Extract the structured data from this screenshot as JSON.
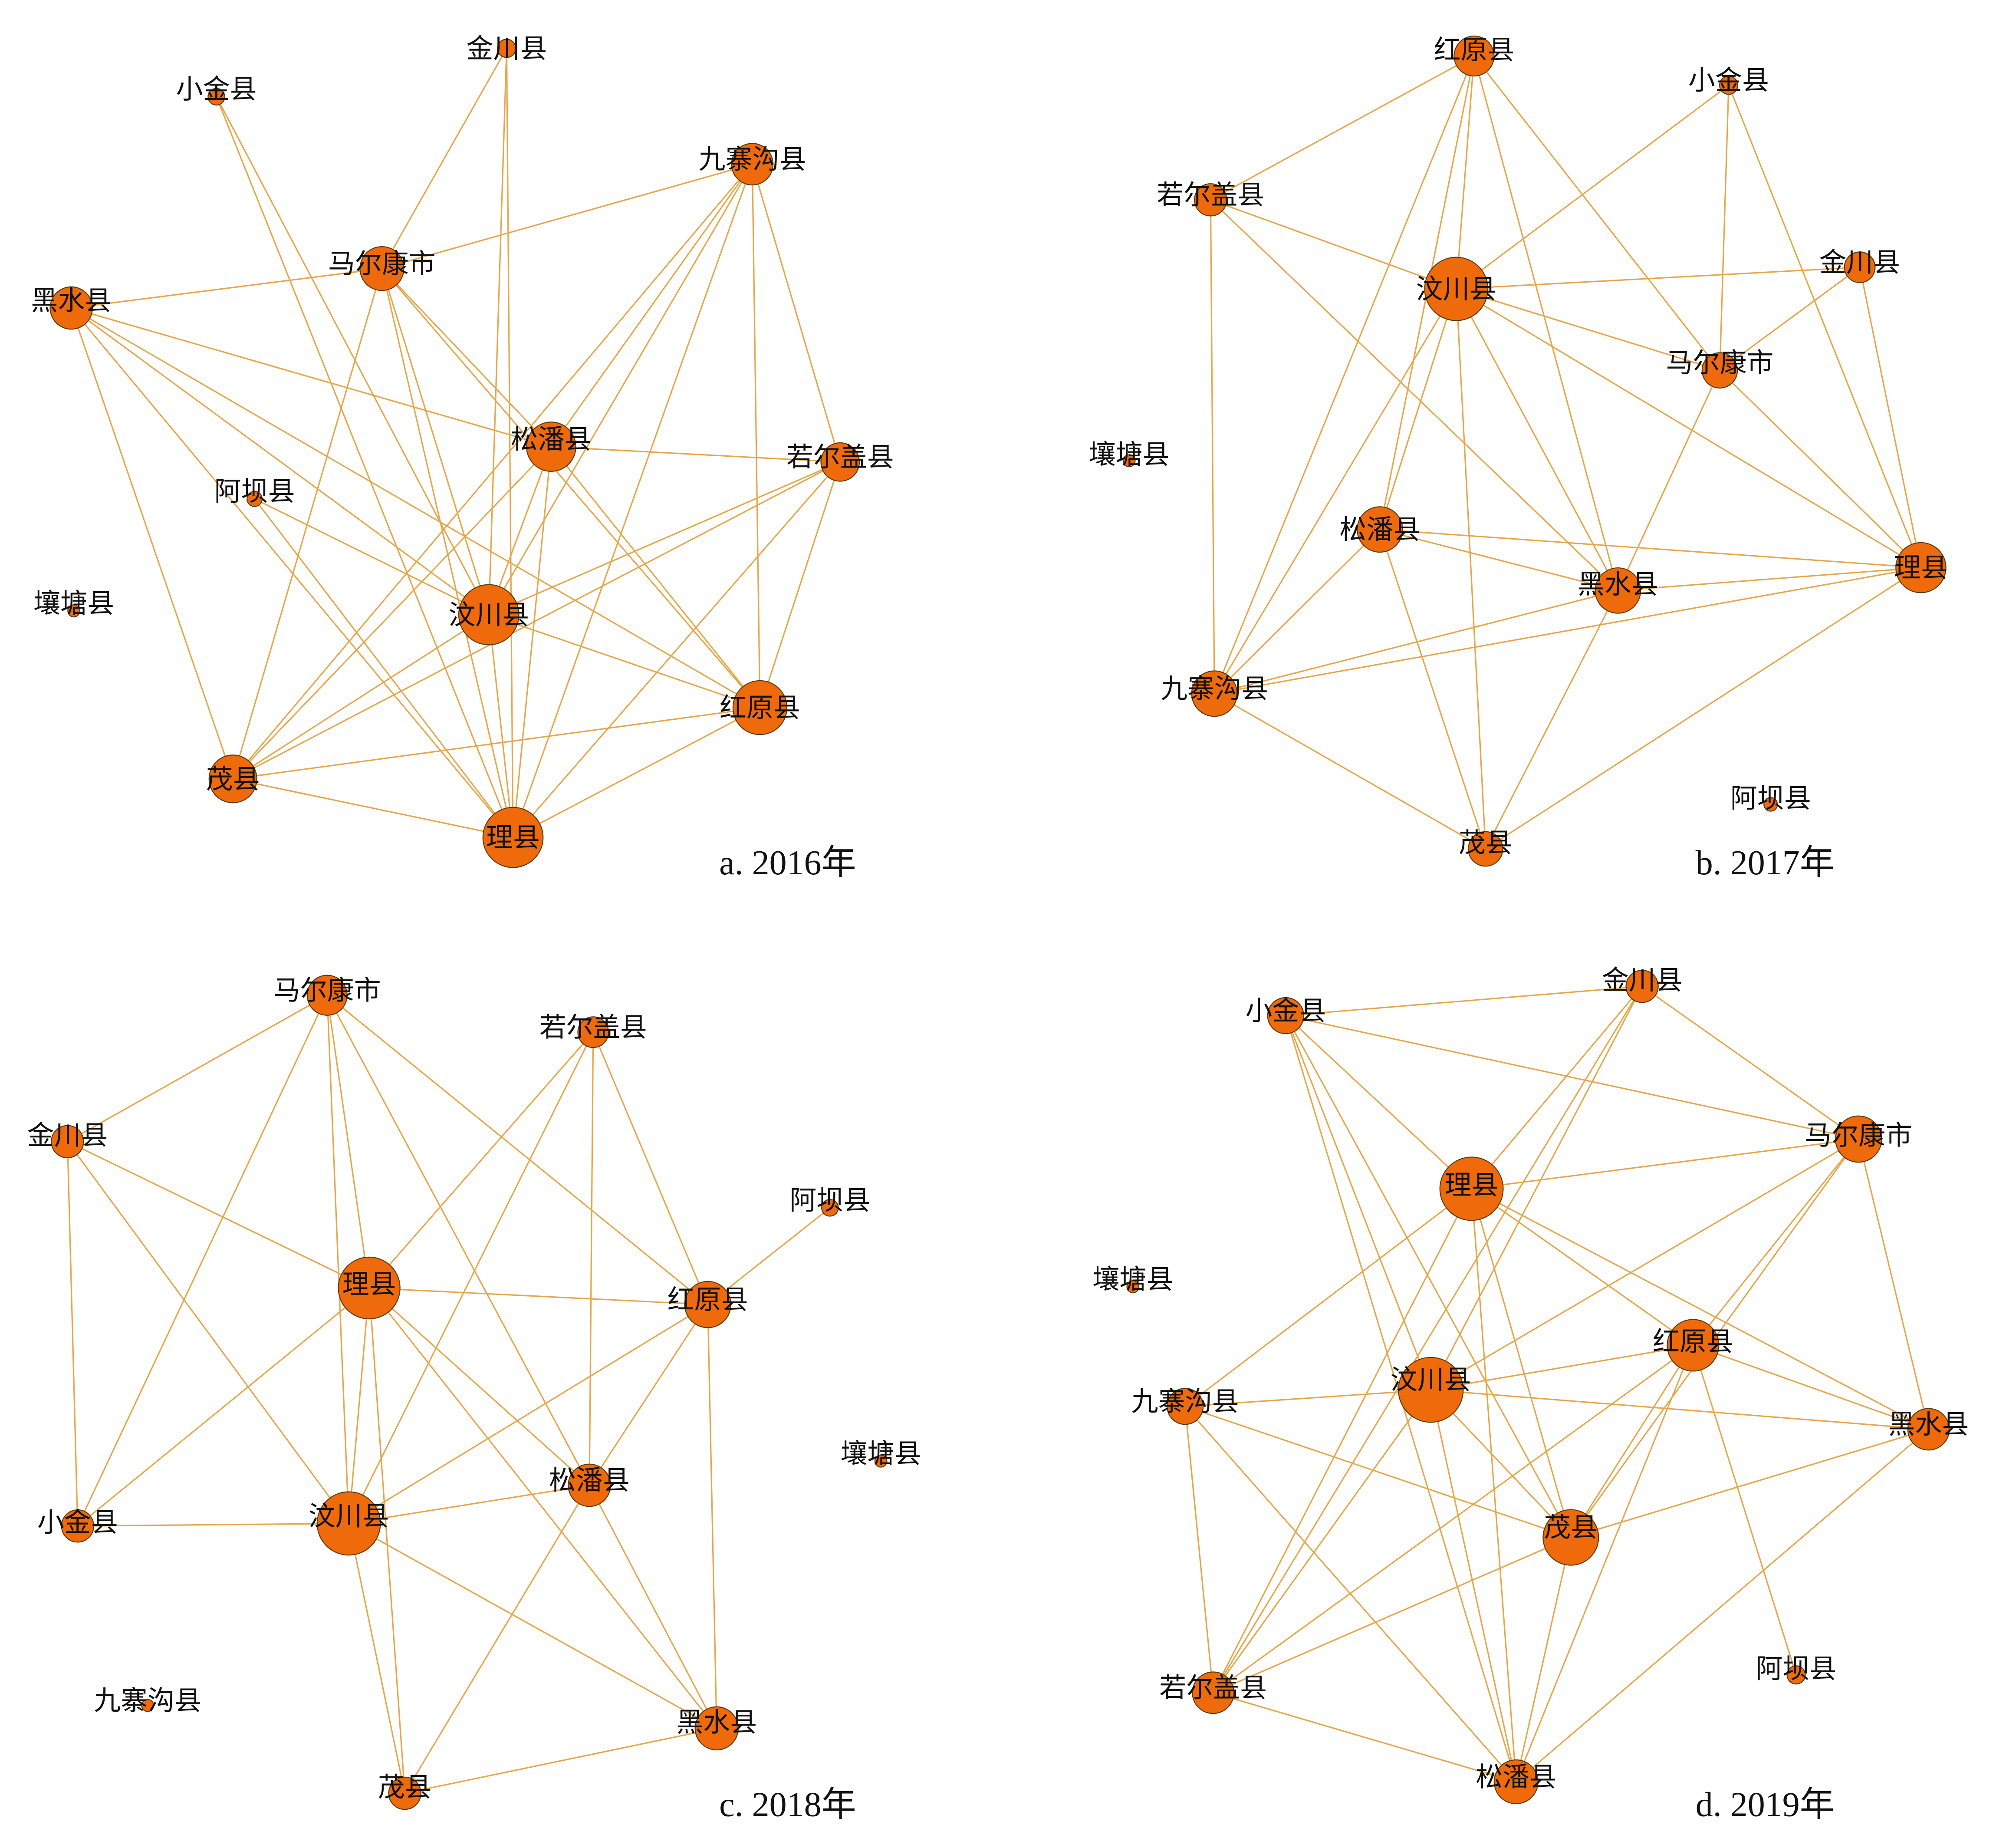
{
  "colors": {
    "edge": "#E6A64A",
    "node_fill": "#EF6A0A",
    "node_stroke": "#5a3a10",
    "text": "#111111"
  },
  "panels": [
    {
      "caption": "a. 2016年",
      "nodes": [
        {
          "id": "金川县",
          "label": "金川县",
          "size": 0.12
        },
        {
          "id": "小金县",
          "label": "小金县",
          "size": 0.1
        },
        {
          "id": "九寨沟县",
          "label": "九寨沟县",
          "size": 0.42
        },
        {
          "id": "马尔康市",
          "label": "马尔康市",
          "size": 0.45
        },
        {
          "id": "黑水县",
          "label": "黑水县",
          "size": 0.43
        },
        {
          "id": "松潘县",
          "label": "松潘县",
          "size": 0.52
        },
        {
          "id": "若尔盖县",
          "label": "若尔盖县",
          "size": 0.38
        },
        {
          "id": "阿坝县",
          "label": "阿坝县",
          "size": 0.08
        },
        {
          "id": "壤塘县",
          "label": "壤塘县",
          "size": 0.04
        },
        {
          "id": "汶川县",
          "label": "汶川县",
          "size": 0.66
        },
        {
          "id": "红原县",
          "label": "红原县",
          "size": 0.58
        },
        {
          "id": "茂县",
          "label": "茂县",
          "size": 0.5
        },
        {
          "id": "理县",
          "label": "理县",
          "size": 0.66
        }
      ],
      "edges": [
        [
          "金川县",
          "马尔康市"
        ],
        [
          "金川县",
          "汶川县"
        ],
        [
          "金川县",
          "理县"
        ],
        [
          "小金县",
          "汶川县"
        ],
        [
          "小金县",
          "理县"
        ],
        [
          "九寨沟县",
          "马尔康市"
        ],
        [
          "九寨沟县",
          "松潘县"
        ],
        [
          "九寨沟县",
          "汶川县"
        ],
        [
          "九寨沟县",
          "红原县"
        ],
        [
          "九寨沟县",
          "若尔盖县"
        ],
        [
          "九寨沟县",
          "茂县"
        ],
        [
          "九寨沟县",
          "理县"
        ],
        [
          "马尔康市",
          "黑水县"
        ],
        [
          "马尔康市",
          "汶川县"
        ],
        [
          "马尔康市",
          "红原县"
        ],
        [
          "马尔康市",
          "茂县"
        ],
        [
          "马尔康市",
          "理县"
        ],
        [
          "马尔康市",
          "松潘县"
        ],
        [
          "黑水县",
          "松潘县"
        ],
        [
          "黑水县",
          "汶川县"
        ],
        [
          "黑水县",
          "红原县"
        ],
        [
          "黑水县",
          "茂县"
        ],
        [
          "黑水县",
          "理县"
        ],
        [
          "松潘县",
          "若尔盖县"
        ],
        [
          "松潘县",
          "汶川县"
        ],
        [
          "松潘县",
          "红原县"
        ],
        [
          "松潘县",
          "茂县"
        ],
        [
          "松潘县",
          "理县"
        ],
        [
          "若尔盖县",
          "汶川县"
        ],
        [
          "若尔盖县",
          "红原县"
        ],
        [
          "若尔盖县",
          "茂县"
        ],
        [
          "若尔盖县",
          "理县"
        ],
        [
          "阿坝县",
          "汶川县"
        ],
        [
          "阿坝县",
          "理县"
        ],
        [
          "汶川县",
          "红原县"
        ],
        [
          "汶川县",
          "茂县"
        ],
        [
          "汶川县",
          "理县"
        ],
        [
          "红原县",
          "茂县"
        ],
        [
          "红原县",
          "理县"
        ],
        [
          "茂县",
          "理县"
        ]
      ]
    },
    {
      "caption": "b. 2017年",
      "nodes": [
        {
          "id": "红原县",
          "label": "红原县",
          "size": 0.4
        },
        {
          "id": "小金县",
          "label": "小金县",
          "size": 0.12
        },
        {
          "id": "若尔盖县",
          "label": "若尔盖县",
          "size": 0.3
        },
        {
          "id": "汶川县",
          "label": "汶川县",
          "size": 0.7
        },
        {
          "id": "金川县",
          "label": "金川县",
          "size": 0.28
        },
        {
          "id": "马尔康市",
          "label": "马尔康市",
          "size": 0.34
        },
        {
          "id": "壤塘县",
          "label": "壤塘县",
          "size": 0.04
        },
        {
          "id": "松潘县",
          "label": "松潘县",
          "size": 0.47
        },
        {
          "id": "黑水县",
          "label": "黑水县",
          "size": 0.47
        },
        {
          "id": "理县",
          "label": "理县",
          "size": 0.53
        },
        {
          "id": "九寨沟县",
          "label": "九寨沟县",
          "size": 0.47
        },
        {
          "id": "茂县",
          "label": "茂县",
          "size": 0.33
        },
        {
          "id": "阿坝县",
          "label": "阿坝县",
          "size": 0.06
        }
      ],
      "edges": [
        [
          "红原县",
          "若尔盖县"
        ],
        [
          "红原县",
          "汶川县"
        ],
        [
          "红原县",
          "马尔康市"
        ],
        [
          "红原县",
          "黑水县"
        ],
        [
          "红原县",
          "松潘县"
        ],
        [
          "红原县",
          "九寨沟县"
        ],
        [
          "小金县",
          "汶川县"
        ],
        [
          "小金县",
          "马尔康市"
        ],
        [
          "小金县",
          "理县"
        ],
        [
          "若尔盖县",
          "汶川县"
        ],
        [
          "若尔盖县",
          "九寨沟县"
        ],
        [
          "若尔盖县",
          "黑水县"
        ],
        [
          "汶川县",
          "金川县"
        ],
        [
          "汶川县",
          "马尔康市"
        ],
        [
          "汶川县",
          "松潘县"
        ],
        [
          "汶川县",
          "黑水县"
        ],
        [
          "汶川县",
          "理县"
        ],
        [
          "汶川县",
          "九寨沟县"
        ],
        [
          "汶川县",
          "茂县"
        ],
        [
          "金川县",
          "马尔康市"
        ],
        [
          "金川县",
          "理县"
        ],
        [
          "马尔康市",
          "理县"
        ],
        [
          "马尔康市",
          "黑水县"
        ],
        [
          "松潘县",
          "黑水县"
        ],
        [
          "松潘县",
          "理县"
        ],
        [
          "松潘县",
          "九寨沟县"
        ],
        [
          "松潘县",
          "茂县"
        ],
        [
          "黑水县",
          "理县"
        ],
        [
          "黑水县",
          "九寨沟县"
        ],
        [
          "黑水县",
          "茂县"
        ],
        [
          "理县",
          "九寨沟县"
        ],
        [
          "理县",
          "茂县"
        ],
        [
          "九寨沟县",
          "茂县"
        ]
      ]
    },
    {
      "caption": "c. 2018年",
      "nodes": [
        {
          "id": "马尔康市",
          "label": "马尔康市",
          "size": 0.4
        },
        {
          "id": "若尔盖县",
          "label": "若尔盖县",
          "size": 0.28
        },
        {
          "id": "金川县",
          "label": "金川县",
          "size": 0.3
        },
        {
          "id": "阿坝县",
          "label": "阿坝县",
          "size": 0.1
        },
        {
          "id": "理县",
          "label": "理县",
          "size": 0.68
        },
        {
          "id": "红原县",
          "label": "红原县",
          "size": 0.48
        },
        {
          "id": "壤塘县",
          "label": "壤塘县",
          "size": 0.04
        },
        {
          "id": "小金县",
          "label": "小金县",
          "size": 0.3
        },
        {
          "id": "汶川县",
          "label": "汶川县",
          "size": 0.7
        },
        {
          "id": "松潘县",
          "label": "松潘县",
          "size": 0.43
        },
        {
          "id": "九寨沟县",
          "label": "九寨沟县",
          "size": 0.04
        },
        {
          "id": "黑水县",
          "label": "黑水县",
          "size": 0.44
        },
        {
          "id": "茂县",
          "label": "茂县",
          "size": 0.3
        }
      ],
      "edges": [
        [
          "马尔康市",
          "金川县"
        ],
        [
          "马尔康市",
          "理县"
        ],
        [
          "马尔康市",
          "汶川县"
        ],
        [
          "马尔康市",
          "红原县"
        ],
        [
          "马尔康市",
          "松潘县"
        ],
        [
          "马尔康市",
          "小金县"
        ],
        [
          "若尔盖县",
          "理县"
        ],
        [
          "若尔盖县",
          "汶川县"
        ],
        [
          "若尔盖县",
          "松潘县"
        ],
        [
          "若尔盖县",
          "红原县"
        ],
        [
          "金川县",
          "理县"
        ],
        [
          "金川县",
          "小金县"
        ],
        [
          "金川县",
          "汶川县"
        ],
        [
          "阿坝县",
          "红原县"
        ],
        [
          "理县",
          "红原县"
        ],
        [
          "理县",
          "汶川县"
        ],
        [
          "理县",
          "松潘县"
        ],
        [
          "理县",
          "黑水县"
        ],
        [
          "理县",
          "小金县"
        ],
        [
          "理县",
          "茂县"
        ],
        [
          "红原县",
          "汶川县"
        ],
        [
          "红原县",
          "松潘县"
        ],
        [
          "红原县",
          "黑水县"
        ],
        [
          "小金县",
          "汶川县"
        ],
        [
          "汶川县",
          "松潘县"
        ],
        [
          "汶川县",
          "黑水县"
        ],
        [
          "汶川县",
          "茂县"
        ],
        [
          "松潘县",
          "黑水县"
        ],
        [
          "松潘县",
          "茂县"
        ],
        [
          "黑水县",
          "茂县"
        ]
      ]
    },
    {
      "caption": "d. 2019年",
      "nodes": [
        {
          "id": "金川县",
          "label": "金川县",
          "size": 0.3
        },
        {
          "id": "小金县",
          "label": "小金县",
          "size": 0.35
        },
        {
          "id": "马尔康市",
          "label": "马尔康市",
          "size": 0.48
        },
        {
          "id": "理县",
          "label": "理县",
          "size": 0.7
        },
        {
          "id": "壤塘县",
          "label": "壤塘县",
          "size": 0.04
        },
        {
          "id": "红原县",
          "label": "红原县",
          "size": 0.55
        },
        {
          "id": "九寨沟县",
          "label": "九寨沟县",
          "size": 0.35
        },
        {
          "id": "汶川县",
          "label": "汶川县",
          "size": 0.72
        },
        {
          "id": "黑水县",
          "label": "黑水县",
          "size": 0.42
        },
        {
          "id": "茂县",
          "label": "茂县",
          "size": 0.6
        },
        {
          "id": "阿坝县",
          "label": "阿坝县",
          "size": 0.12
        },
        {
          "id": "若尔盖县",
          "label": "若尔盖县",
          "size": 0.42
        },
        {
          "id": "松潘县",
          "label": "松潘县",
          "size": 0.45
        }
      ],
      "edges": [
        [
          "金川县",
          "小金县"
        ],
        [
          "金川县",
          "理县"
        ],
        [
          "金川县",
          "汶川县"
        ],
        [
          "金川县",
          "马尔康市"
        ],
        [
          "金川县",
          "若尔盖县"
        ],
        [
          "小金县",
          "马尔康市"
        ],
        [
          "小金县",
          "理县"
        ],
        [
          "小金县",
          "汶川县"
        ],
        [
          "小金县",
          "茂县"
        ],
        [
          "小金县",
          "松潘县"
        ],
        [
          "马尔康市",
          "理县"
        ],
        [
          "马尔康市",
          "汶川县"
        ],
        [
          "马尔康市",
          "红原县"
        ],
        [
          "马尔康市",
          "黑水县"
        ],
        [
          "马尔康市",
          "茂县"
        ],
        [
          "理县",
          "九寨沟县"
        ],
        [
          "理县",
          "红原县"
        ],
        [
          "理县",
          "黑水县"
        ],
        [
          "理县",
          "茂县"
        ],
        [
          "理县",
          "若尔盖县"
        ],
        [
          "理县",
          "松潘县"
        ],
        [
          "红原县",
          "汶川县"
        ],
        [
          "红原县",
          "黑水县"
        ],
        [
          "红原县",
          "茂县"
        ],
        [
          "红原县",
          "阿坝县"
        ],
        [
          "红原县",
          "若尔盖县"
        ],
        [
          "红原县",
          "松潘县"
        ],
        [
          "九寨沟县",
          "汶川县"
        ],
        [
          "九寨沟县",
          "茂县"
        ],
        [
          "九寨沟县",
          "若尔盖县"
        ],
        [
          "九寨沟县",
          "松潘县"
        ],
        [
          "汶川县",
          "黑水县"
        ],
        [
          "汶川县",
          "茂县"
        ],
        [
          "汶川县",
          "若尔盖县"
        ],
        [
          "汶川县",
          "松潘县"
        ],
        [
          "黑水县",
          "茂县"
        ],
        [
          "黑水县",
          "松潘县"
        ],
        [
          "茂县",
          "若尔盖县"
        ],
        [
          "茂县",
          "松潘县"
        ],
        [
          "若尔盖县",
          "松潘县"
        ]
      ]
    }
  ]
}
